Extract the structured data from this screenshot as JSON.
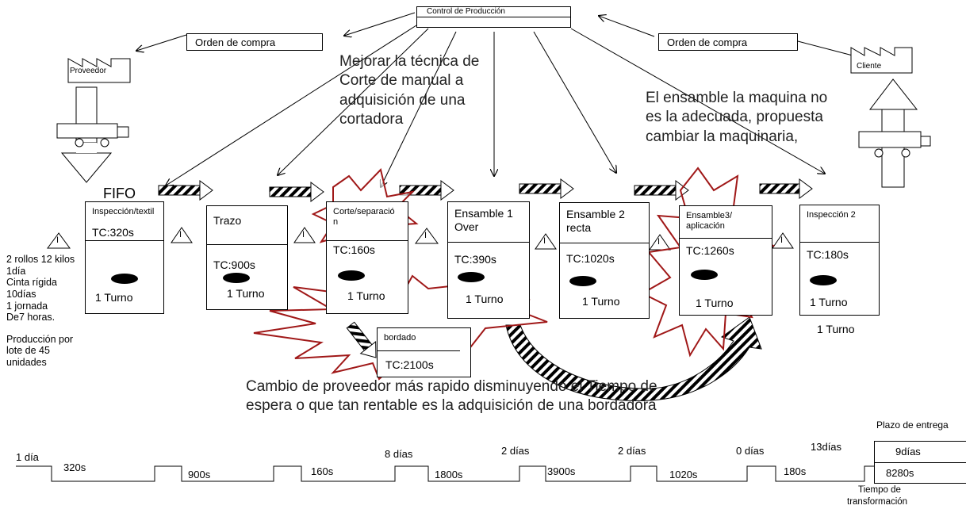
{
  "header": {
    "control": "Control de Producción"
  },
  "order_left": "Orden de compra",
  "order_right": "Orden de compra",
  "supplier": "Proveedor",
  "customer": "Cliente",
  "fifo": "FIFO",
  "processes": [
    {
      "name": "Inspección/textil",
      "tc": "TC:320s",
      "turno": "1 Turno"
    },
    {
      "name": "Trazo",
      "tc": "TC:900s",
      "turno": "1 Turno"
    },
    {
      "name": "Corte/separació n",
      "tc": "TC:160s",
      "turno": "1 Turno"
    },
    {
      "name": "Ensamble 1 Over",
      "tc": "TC:390s",
      "turno": "1 Turno"
    },
    {
      "name": "Ensamble 2 recta",
      "tc": "TC:1020s",
      "turno": "1 Turno"
    },
    {
      "name": "Ensamble3/ aplicación",
      "tc": "TC:1260s",
      "turno": "1 Turno"
    },
    {
      "name": "Inspección 2",
      "tc": "TC:180s",
      "turno": "1 Turno"
    }
  ],
  "bordado": {
    "name": "bordado",
    "tc": "TC:2100s"
  },
  "inventory_symbol": "I",
  "left_info": {
    "line1": "2 rollos   12 kilos",
    "line2": "1día",
    "line3": "Cinta rígida",
    "line4": "10días",
    "line5": "1 jornada",
    "line6": "De7 horas.",
    "line7": "Producción por",
    "line8": "lote de 45",
    "line9": "unidades"
  },
  "notes": {
    "corte": "Mejorar la técnica de Corte de manual a adquisición de una cortadora",
    "ensamble": "El ensamble la maquina no es la adecuada, propuesta cambiar la maquinaria,",
    "proveedor": "Cambio de proveedor más rapido disminuyendo el Tiempo de espera o que tan rentable es la adquisición de una bordadora"
  },
  "timeline": {
    "top": [
      "1 día",
      "8 días",
      "2 días",
      "2 días",
      "0 días",
      "13días"
    ],
    "bottom": [
      "320s",
      "900s",
      "160s",
      "1800s",
      "3900s",
      "1020s",
      "180s"
    ],
    "plazo_label": "Plazo de entrega",
    "total_days": "9días",
    "total_seconds": "8280s",
    "transform_label_1": "Tiempo de",
    "transform_label_2": "transformación"
  }
}
